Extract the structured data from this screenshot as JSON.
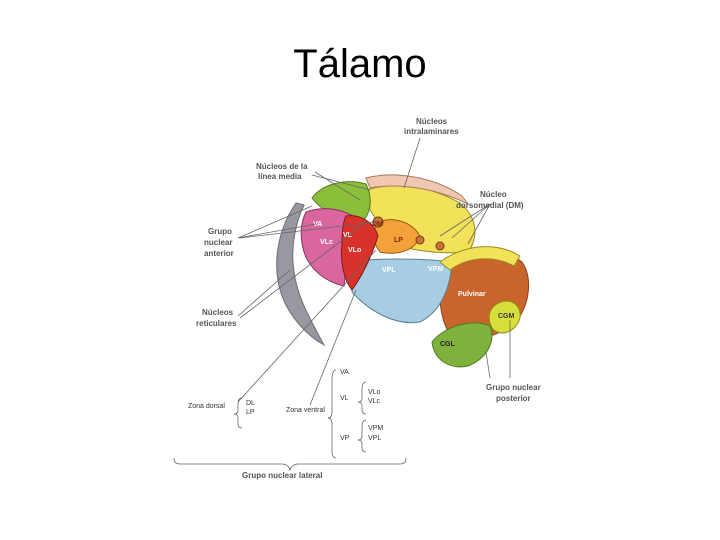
{
  "title": "Tálamo",
  "labels": {
    "intralaminar_1": "Núcleos",
    "intralaminar_2": "intralaminares",
    "midline_1": "Núcleos de la",
    "midline_2": "línea media",
    "dorsomedial_1": "Núcleo",
    "dorsomedial_2": "dorsomedial (DM)",
    "anterior_1": "Grupo",
    "anterior_2": "nuclear",
    "anterior_3": "anterior",
    "reticular_1": "Núcleos",
    "reticular_2": "reticulares",
    "posterior_1": "Grupo nuclear",
    "posterior_2": "posterior",
    "dorsal_zone": "Zona dorsal",
    "ventral_zone": "Zona ventral",
    "lateral_group": "Grupo nuclear lateral"
  },
  "regions": {
    "va": "VA",
    "vl": "VL",
    "vlo": "VLo",
    "vlc": "VLc",
    "lp": "LP",
    "dm": "DM",
    "vpl": "VPL",
    "vpm": "VPM",
    "pulvinar": "Pulvinar",
    "cgm": "CGM",
    "cgl": "CGL"
  },
  "legend": {
    "dl": "DL",
    "lp": "LP",
    "va": "VA",
    "vl": "VL",
    "vlo": "VLo",
    "vlc": "VLc",
    "vp": "VP",
    "vpm": "VPM",
    "vpl": "VPL"
  },
  "colors": {
    "va": "#d9669e",
    "vl_red": "#d8322b",
    "green_top": "#8bbf3a",
    "yellow": "#f2e25a",
    "orange": "#f3a23a",
    "blue": "#a7cde3",
    "pulvinar": "#c8642c",
    "cgm": "#d9df3a",
    "cgl": "#7fb23c",
    "reticular": "#9a97a0"
  }
}
